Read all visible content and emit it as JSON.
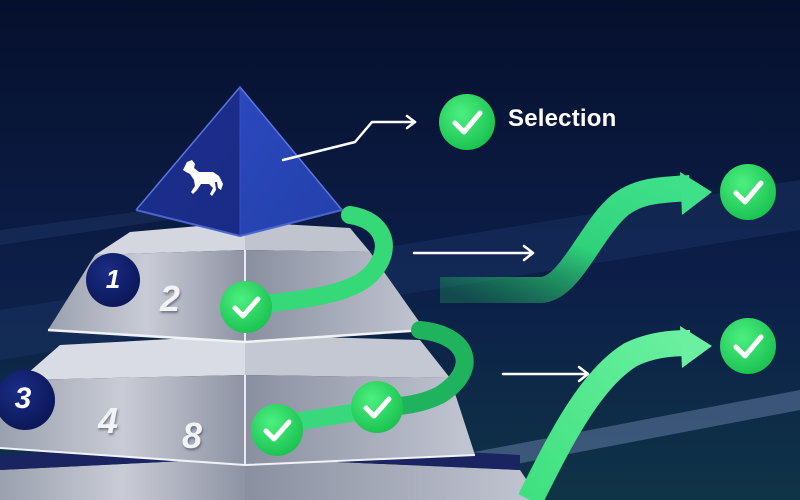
{
  "illustration": {
    "title_label": "Selection",
    "top_icon": "horse-icon",
    "tier1": {
      "badge": "1",
      "numbers": [
        "2"
      ]
    },
    "tier2": {
      "badge": "3",
      "numbers": [
        "4",
        "8"
      ]
    },
    "check_icon": "check-icon",
    "colors": {
      "background": "#07112e",
      "pyramid_top": "#2a46b8",
      "badge_blue": "#0d1d66",
      "green": "#22d35e",
      "green_light": "#4fe88a",
      "silver": "#b8bcc8",
      "arrow_white": "#ffffff"
    }
  }
}
